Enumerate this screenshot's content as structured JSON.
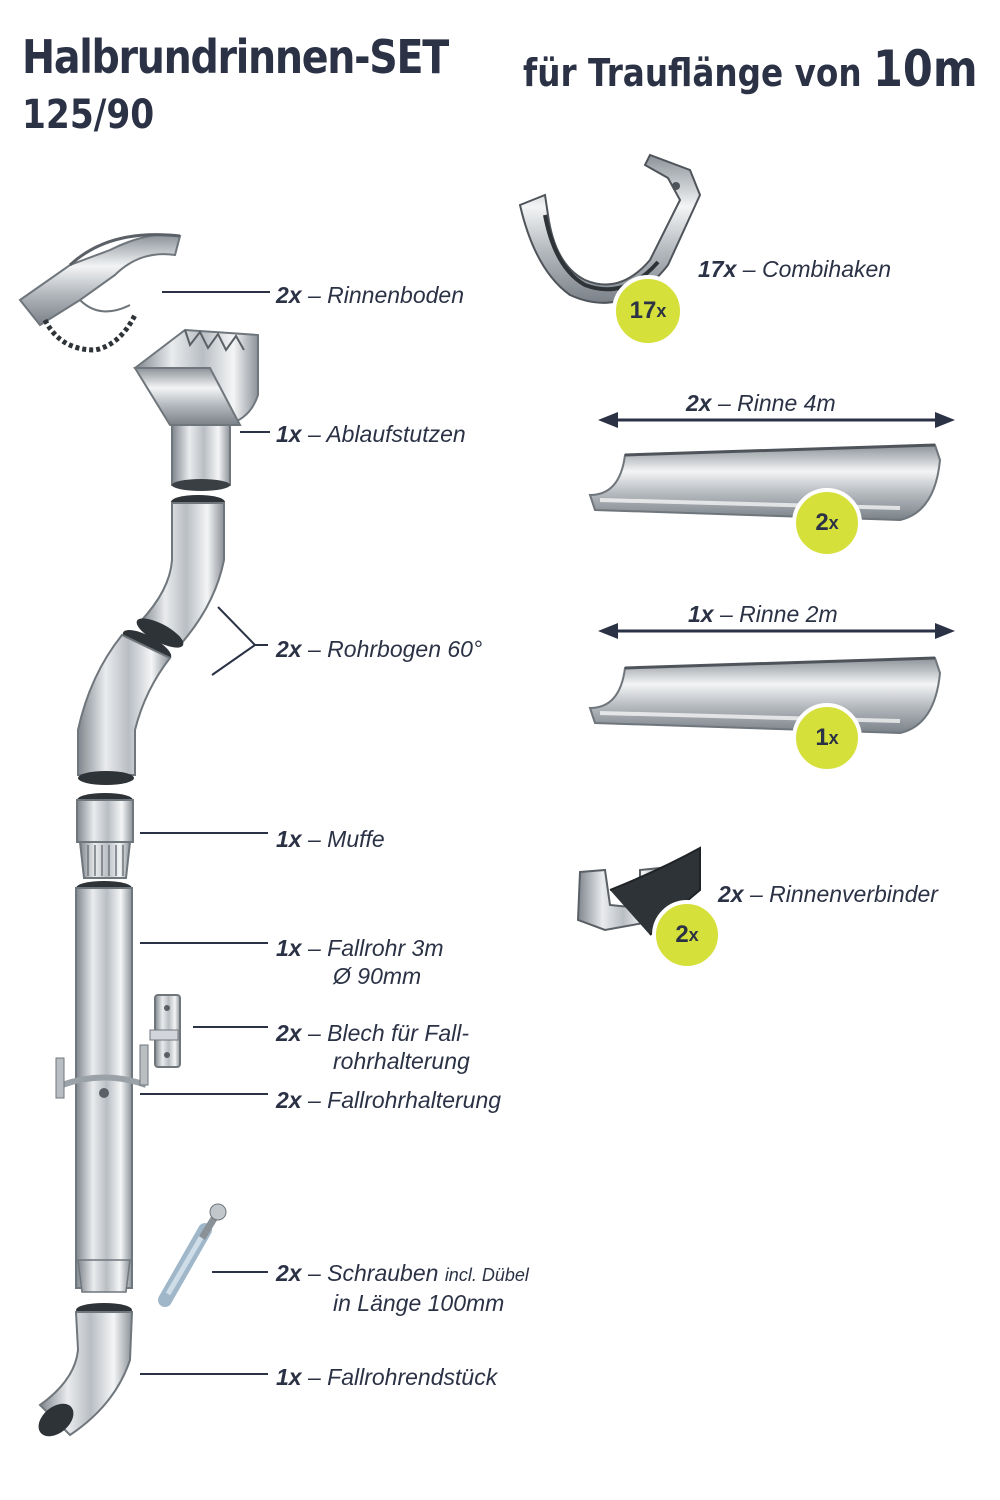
{
  "header": {
    "title": "Halbrundrinnen-SET",
    "subtitle": "125/90",
    "right_prefix": "für Trauflänge von",
    "right_value": "10m"
  },
  "items": {
    "rinnenboden": {
      "qty": "2x",
      "name": "Rinnenboden"
    },
    "ablaufstutzen": {
      "qty": "1x",
      "name": "Ablaufstutzen"
    },
    "rohrbogen": {
      "qty": "2x",
      "name": "Rohrbogen 60°"
    },
    "muffe": {
      "qty": "1x",
      "name": "Muffe"
    },
    "fallrohr": {
      "qty": "1x",
      "name": "Fallrohr 3m",
      "line2": "Ø 90mm"
    },
    "blech": {
      "qty": "2x",
      "name": "Blech für Fall-",
      "line2": "rohrhalterung"
    },
    "fallrohrhalterung": {
      "qty": "2x",
      "name": "Fallrohrhalterung"
    },
    "schrauben": {
      "qty": "2x",
      "name": "Schrauben",
      "note": "incl. Dübel",
      "line2": "in Länge 100mm"
    },
    "fallrohrendstueck": {
      "qty": "1x",
      "name": "Fallrohrendstück"
    },
    "combihaken": {
      "qty": "17x",
      "name": "Combihaken",
      "badge_num": "17",
      "badge_x": "x"
    },
    "rinne4": {
      "qty": "2x",
      "name": "Rinne 4m",
      "badge_num": "2",
      "badge_x": "x"
    },
    "rinne2": {
      "qty": "1x",
      "name": "Rinne 2m",
      "badge_num": "1",
      "badge_x": "x"
    },
    "rinnenverbinder": {
      "qty": "2x",
      "name": "Rinnenverbinder",
      "badge_num": "2",
      "badge_x": "x"
    }
  },
  "colors": {
    "text": "#2b3245",
    "badge": "#d6e03a",
    "metal_dark": "#8e959b",
    "metal_light": "#f2f3f4"
  }
}
